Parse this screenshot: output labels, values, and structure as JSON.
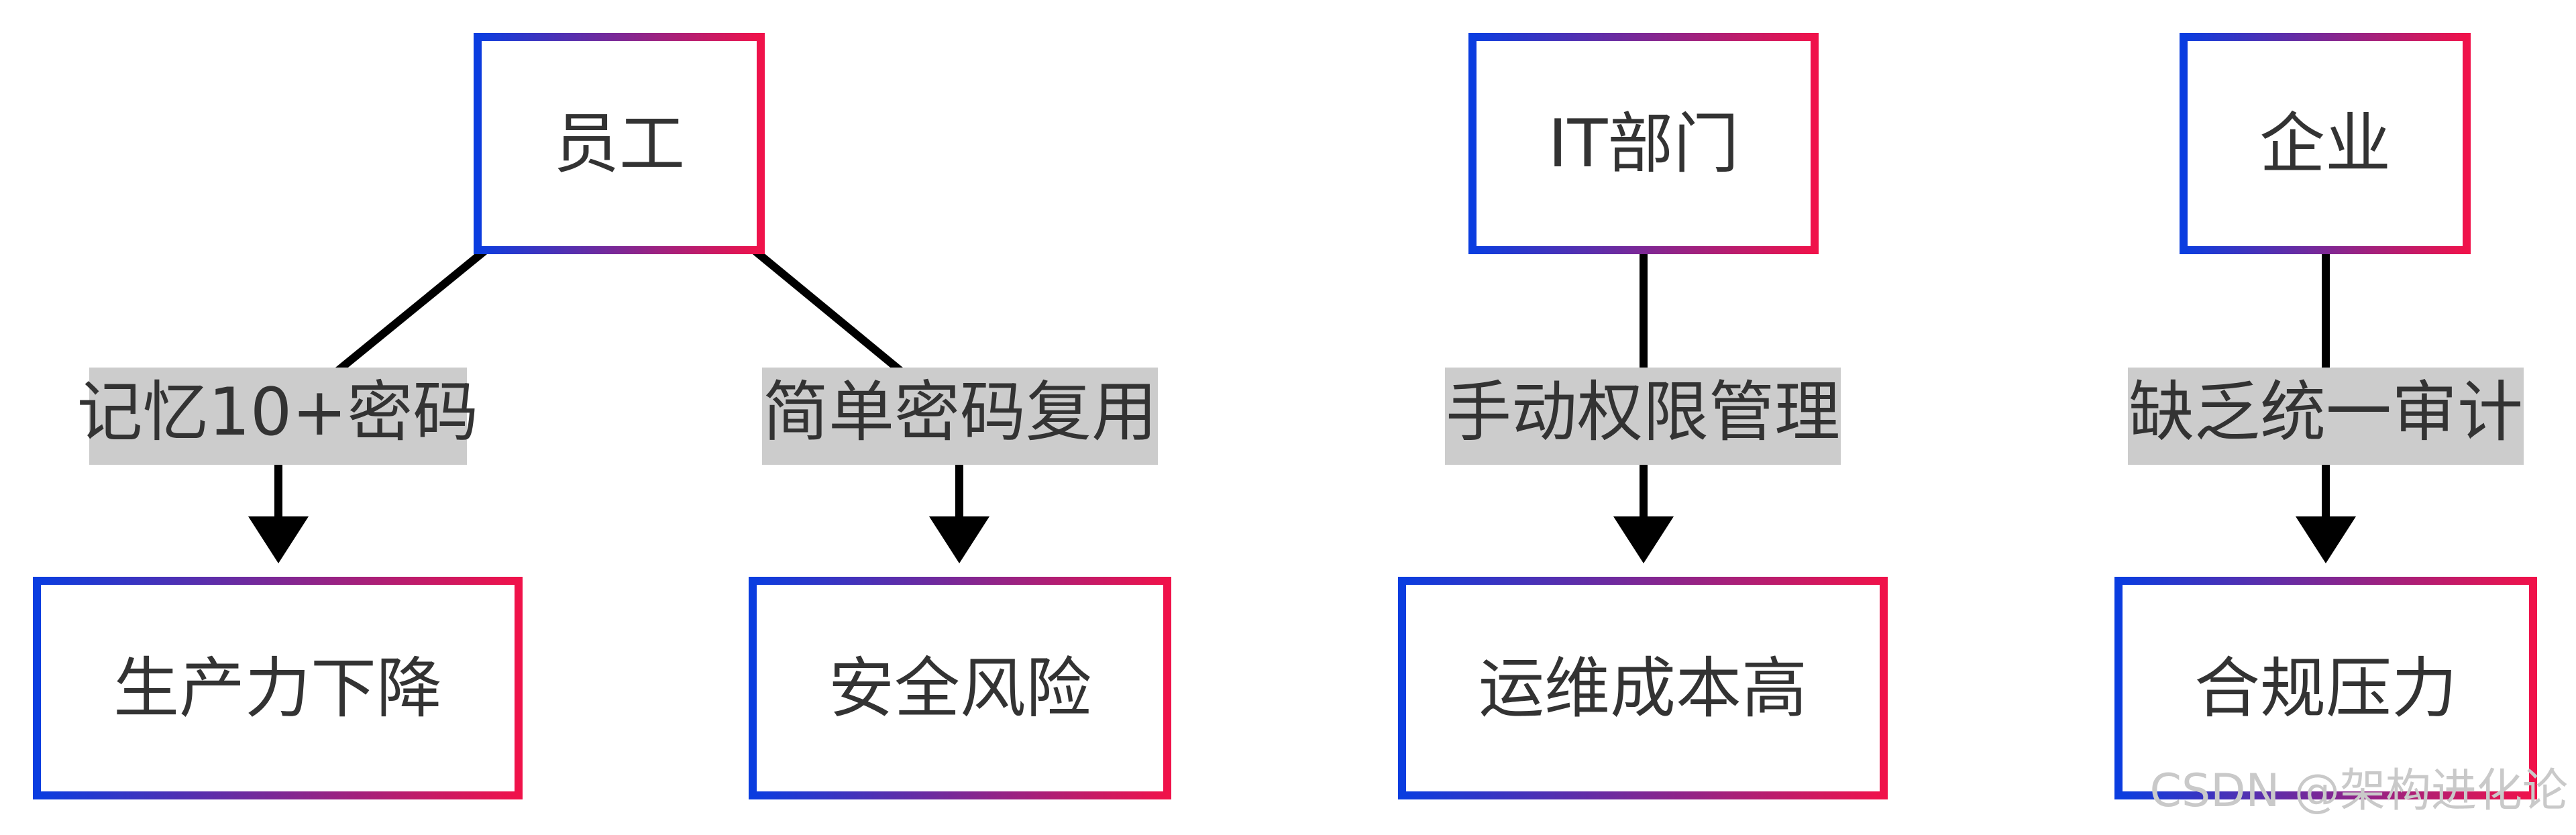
{
  "diagram": {
    "nodes": {
      "employee": "员工",
      "productivity_drop": "生产力下降",
      "security_risk": "安全风险",
      "it_dept": "IT部门",
      "ops_cost": "运维成本高",
      "enterprise": "企业",
      "compliance_pressure": "合规压力"
    },
    "edges": {
      "remember_passwords": "记忆10+密码",
      "reuse_simple_passwords": "简单密码复用",
      "manual_permissions": "手动权限管理",
      "no_unified_audit": "缺乏统一审计"
    },
    "colors": {
      "border_start": "#0a3de0",
      "border_end": "#f0124a",
      "edge": "#000000",
      "label_bg": "#cccccc",
      "text": "#333333"
    }
  },
  "watermark": "CSDN @架构进化论"
}
